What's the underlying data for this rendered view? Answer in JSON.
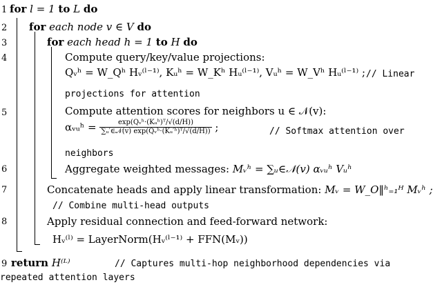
{
  "line_numbers": [
    "1",
    "2",
    "3",
    "4",
    "5",
    "6",
    "7",
    "8",
    "9"
  ],
  "lines": {
    "l1": {
      "for": "for",
      "expr": "l = 1",
      "to": "to",
      "end": "L",
      "do": "do"
    },
    "l2": {
      "for": "for",
      "text": "each node",
      "expr": "v ∈ V",
      "do": "do"
    },
    "l3": {
      "for": "for",
      "text": "each head",
      "expr": "h = 1",
      "to": "to",
      "end": "H",
      "do": "do"
    },
    "l4": {
      "text": "Compute query/key/value projections:",
      "formula": "Qᵥʰ = W_Qʰ Hᵥ⁽ˡ⁻¹⁾,  Kᵤʰ = W_Kʰ Hᵤ⁽ˡ⁻¹⁾,  Vᵤʰ = W_Vʰ Hᵤ⁽ˡ⁻¹⁾ ;",
      "comment1": "// Linear",
      "comment2": "projections for attention"
    },
    "l5": {
      "text": "Compute attention scores for neighbors u ∈ 𝒩(v):",
      "lhs": "αᵥᵤʰ =",
      "numerator": "exp(Qᵥʰ·(Kᵤʰ)ᵀ/√(d/H))",
      "denominator": "∑ᵤ′∈𝒩(v) exp(Qᵥʰ·(Kᵤ′ʰ)ᵀ/√(d/H))",
      "semicolon": ";",
      "comment1": "// Softmax attention over",
      "comment2": "neighbors"
    },
    "l6": {
      "text": "Aggregate weighted messages:",
      "formula": "Mᵥʰ = ∑ᵤ∈𝒩(v) αᵥᵤʰ Vᵤʰ"
    },
    "l7": {
      "text": "Concatenate heads and apply linear transformation:",
      "formula": "Mᵥ = W_O‖ʰ₌₁ᴴ Mᵥʰ ;",
      "comment": "// Combine multi-head outputs"
    },
    "l8": {
      "text": "Apply residual connection and feed-forward network:",
      "formula": "Hᵥ⁽ˡ⁾ = LayerNorm(Hᵥ⁽ˡ⁻¹⁾ + FFN(Mᵥ))"
    },
    "l9": {
      "ret": "return",
      "expr": "H⁽ᴸ⁾",
      "comment1": "// Captures multi-hop neighborhood dependencies via",
      "comment2": "repeated attention layers"
    }
  }
}
